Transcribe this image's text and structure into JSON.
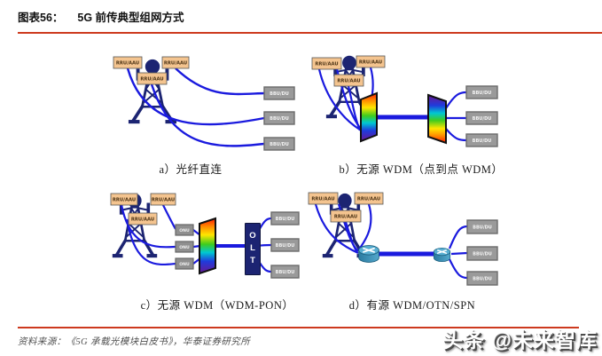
{
  "header": {
    "figure_label": "图表56：",
    "title": "5G 前传典型组网方式"
  },
  "panels": {
    "a": {
      "caption": "a）光纤直连"
    },
    "b": {
      "caption": "b）无源 WDM（点到点 WDM）"
    },
    "c": {
      "caption": "c）无源 WDM（WDM-PON）"
    },
    "d": {
      "caption": "d）有源 WDM/OTN/SPN"
    }
  },
  "labels": {
    "rru": "RRU/AAU",
    "bbu": "BBU/DU",
    "onu": "ONU",
    "olt": "OLT"
  },
  "footer": {
    "source": "资料来源：《5G 承载光模块白皮书》，华泰证券研究所"
  },
  "watermark": "头条 @未来智库",
  "icons": {
    "tower": "telecom-tower-icon",
    "wdm_mux": "wdm-spectrum-prism-icon",
    "router": "switch-router-cylinder-icon"
  },
  "colors": {
    "accent_red": "#cd3a1e",
    "fiber_blue": "#1a1ade",
    "tower_navy": "#1c2472",
    "node_gray": "#9a9a9a",
    "rru_fill": "#f4c48f",
    "router_teal": "#3a8fb5"
  }
}
